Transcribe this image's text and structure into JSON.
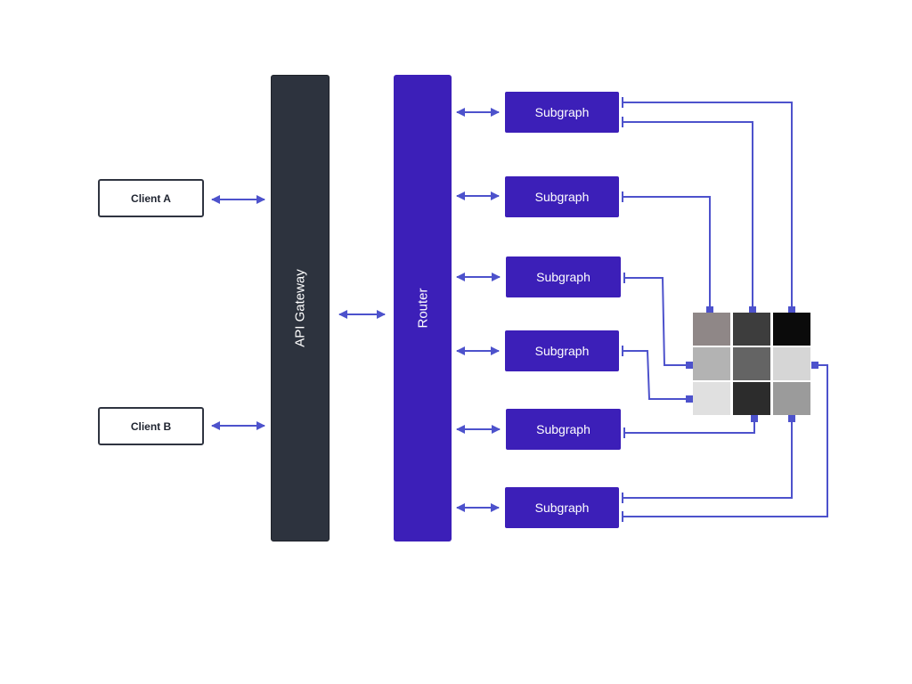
{
  "colors": {
    "gateway": "#2d333e",
    "router": "#3c1fb8",
    "subgraph": "#3c1fb8",
    "connector": "#4d52cc"
  },
  "clients": [
    {
      "label": "Client A"
    },
    {
      "label": "Client B"
    }
  ],
  "gateway": {
    "label": "API Gateway"
  },
  "router": {
    "label": "Router"
  },
  "subgraphs": [
    {
      "label": "Subgraph"
    },
    {
      "label": "Subgraph"
    },
    {
      "label": "Subgraph"
    },
    {
      "label": "Subgraph"
    },
    {
      "label": "Subgraph"
    },
    {
      "label": "Subgraph"
    }
  ],
  "grid_colors": [
    [
      "#8f8787",
      "#3d3d3d",
      "#0b0b0b"
    ],
    [
      "#b3b3b3",
      "#646464",
      "#d6d6d6"
    ],
    [
      "#e0e0e0",
      "#2c2c2c",
      "#9b9b9b"
    ]
  ]
}
